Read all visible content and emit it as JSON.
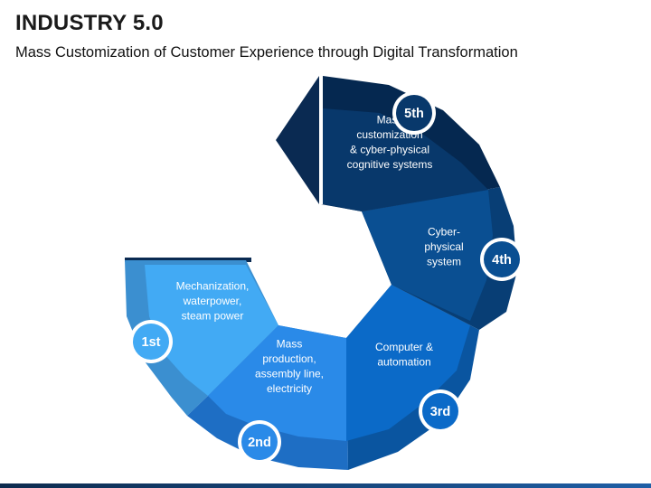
{
  "header": {
    "title": "INDUSTRY 5.0",
    "subtitle": "Mass Customization of Customer Experience through Digital Transformation"
  },
  "stages": [
    {
      "badge": "1st",
      "lines": [
        "Mechanization,",
        "waterpower,",
        "steam power"
      ],
      "color": "#42aaf4",
      "band_color": "#3b8fd0"
    },
    {
      "badge": "2nd",
      "lines": [
        "Mass",
        "production,",
        "assembly line,",
        "electricity"
      ],
      "color": "#2a8ae8",
      "band_color": "#1e6ec4"
    },
    {
      "badge": "3rd",
      "lines": [
        "Computer &",
        "automation"
      ],
      "color": "#0b6ac8",
      "band_color": "#0a55a0"
    },
    {
      "badge": "4th",
      "lines": [
        "Cyber-",
        "physical",
        "system"
      ],
      "color": "#0a4f92",
      "band_color": "#083e75"
    },
    {
      "badge": "5th",
      "lines": [
        "Mass",
        "customization",
        "& cyber-physical",
        "cognitive systems"
      ],
      "color": "#08386b",
      "band_color": "#052850"
    }
  ],
  "arrow_head_color": "#0a2a52"
}
